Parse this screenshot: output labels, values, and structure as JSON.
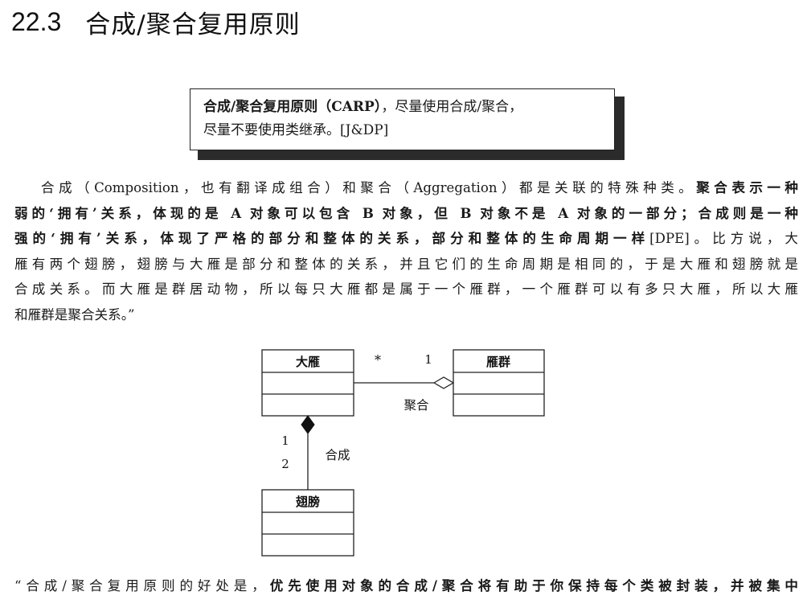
{
  "heading": {
    "number": "22.3",
    "title": "合成/聚合复用原则"
  },
  "callout": {
    "line1_bold": "合成/聚合复用原则（CARP）",
    "line1_rest": "，尽量使用合成/聚合，",
    "line2": "尽量不要使用类继承。[J&DP]"
  },
  "paragraph": {
    "l1_normal": "合成（Composition，也有翻译成组合）和聚合（Aggregation）都是关联的特殊种类。",
    "l1_bold": "聚合表示一种",
    "l2_bold": "弱的‘拥有’关系，体现的是 A 对象可以包含 B 对象，但 B 对象不是 A 对象的一部分；合成则是一种",
    "l3_bold": "强的‘拥有’关系，体现了严格的部分和整体的关系，部分和整体的生命周期一样",
    "l3_normal": "[DPE]。比方说，大",
    "l4": "雁有两个翅膀，翅膀与大雁是部分和整体的关系，并且它们的生命周期是相同的，于是大雁和翅膀就是",
    "l5": "合成关系。而大雁是群居动物，所以每只大雁都是属于一个雁群，一个雁群可以有多只大雁，所以大雁",
    "l6": "和雁群是聚合关系。”"
  },
  "diagram": {
    "class_goose": "大雁",
    "class_flock": "雁群",
    "class_wing": "翅膀",
    "aggregation_label": "聚合",
    "composition_label": "合成",
    "mult_goose_side": "*",
    "mult_flock_side": "1",
    "mult_comp_top": "1",
    "mult_comp_bottom": "2"
  },
  "bottom": {
    "normal": "“合成/聚合复用原则的好处是，",
    "bold": "优先使用对象的合成/聚合将有助于你保持每个类被封装，并被集中"
  }
}
